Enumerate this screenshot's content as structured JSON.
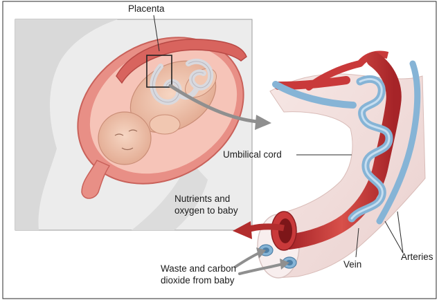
{
  "labels": {
    "placenta": "Placenta",
    "umbilical_cord": "Umbilical cord",
    "nutrients": "Nutrients and\noxygen to baby",
    "waste": "Waste and carbon\ndioxide from baby",
    "vein": "Vein",
    "arteries": "Arteries"
  },
  "colors": {
    "artery": "#c9393a",
    "vein": "#86b4d6",
    "uterus_wall": "#e48a82",
    "skin": "#f0c3ab",
    "body_panel": "#e9e9e9",
    "arrow_gray": "#8f8f8f",
    "arrow_red": "#b22d2d"
  }
}
